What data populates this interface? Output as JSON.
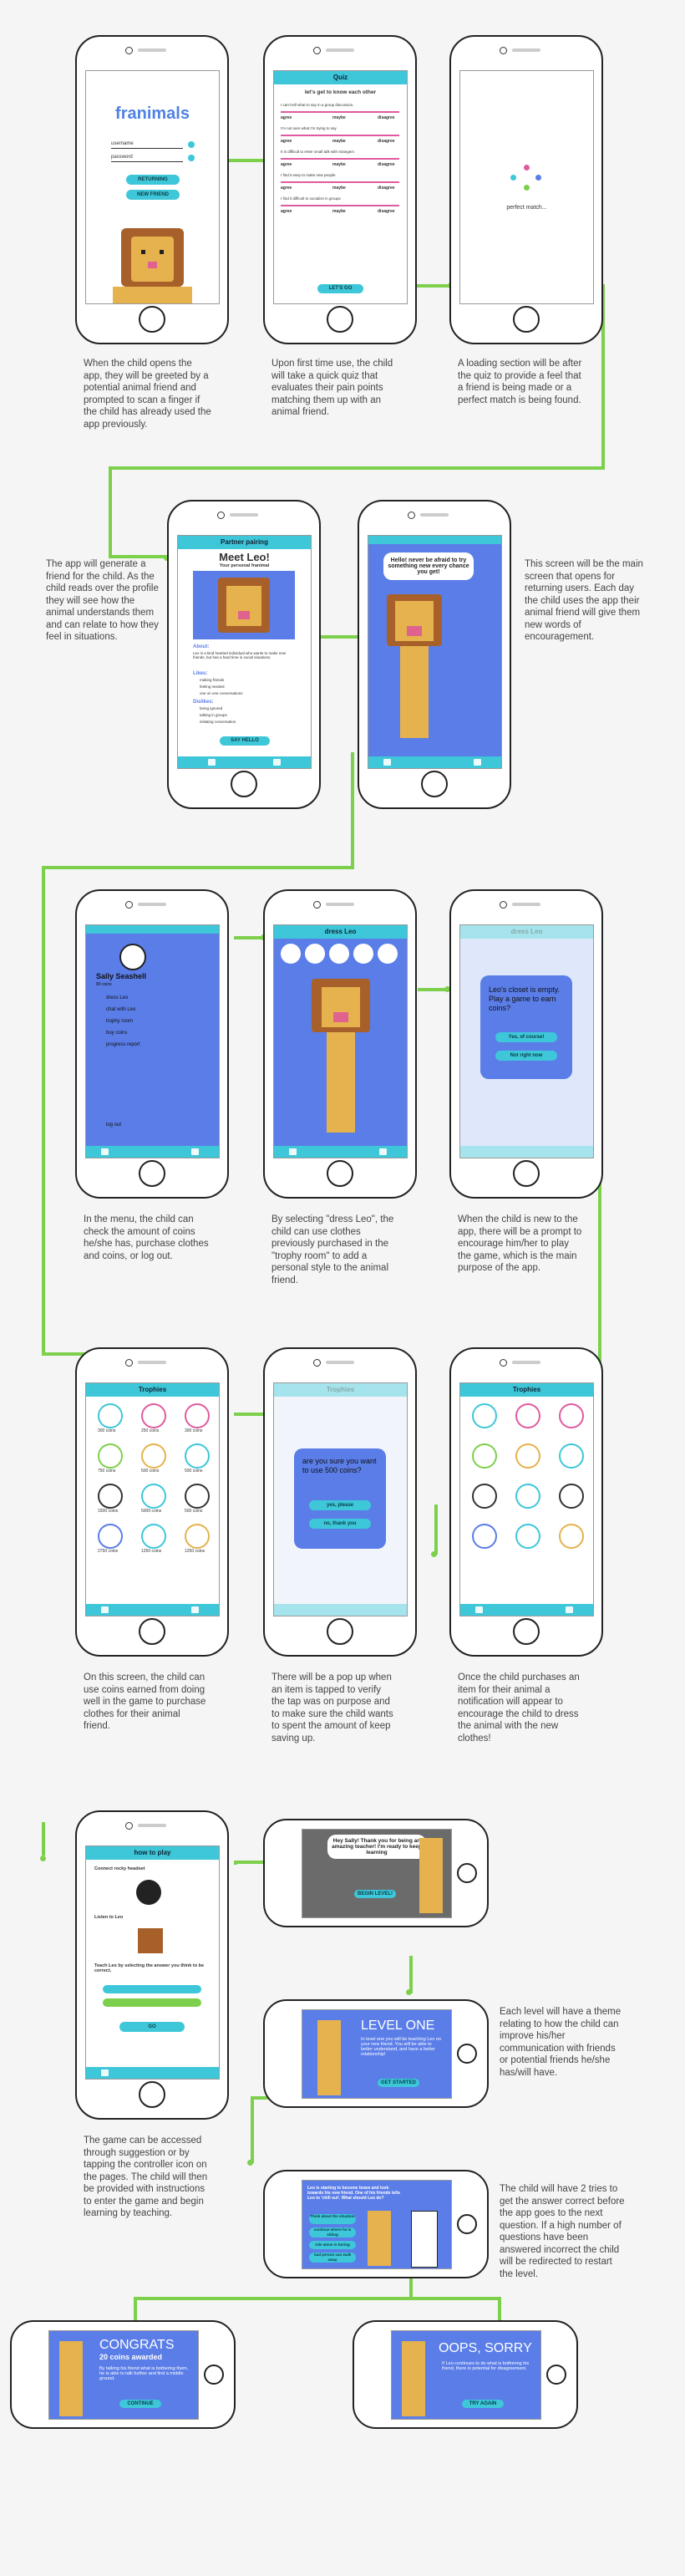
{
  "phones": {
    "login": {
      "logo": "franimals",
      "username": "username",
      "password": "password",
      "returning": "RETURNING",
      "new_friend": "NEW FRIEND"
    },
    "quiz": {
      "header": "Quiz",
      "intro": "let's get to know each other",
      "q1": "I can't tell what to say in a group discussion.",
      "q2": "I'm not sure what I'm trying to say",
      "q3": "It is difficult to enter small talk with strangers",
      "q4": "I find it easy to make new people",
      "q5": "I find it difficult to socialize in groups",
      "agree": "agree",
      "maybe": "maybe",
      "disagree": "disagree",
      "btn": "LET'S GO"
    },
    "loading": {
      "label": "perfect match..."
    },
    "pairing": {
      "header": "Partner pairing",
      "title": "Meet Leo!",
      "subtitle": "Your personal franimal",
      "about_h": "About:",
      "about": "Leo is a kind hearted individual who wants to make new friends, but has a hard time in social situations.",
      "likes_h": "Likes:",
      "likes": [
        "making friends",
        "feeling needed",
        "one on one conversations"
      ],
      "dislikes_h": "Dislikes:",
      "dislikes": [
        "being ignored",
        "talking in groups",
        "initiating conversation"
      ],
      "btn": "SAY HELLO"
    },
    "main": {
      "bubble": "Hello! never be afraid to try something new every chance you get!"
    },
    "menu": {
      "name": "Sally Seashell",
      "coins": "80 coins",
      "items": [
        "dress Leo",
        "chat with Leo",
        "trophy room",
        "buy coins",
        "progress report",
        "log out"
      ]
    },
    "dress": {
      "header": "dress Leo"
    },
    "closet": {
      "header": "dress Leo",
      "msg": "Leo's closet is empty. Play a game to earn coins?",
      "yes": "Yes, of course!",
      "no": "Not right now"
    },
    "trophies": {
      "header": "Trophies",
      "prices": [
        "300 coins",
        "250 coins",
        "300 coins",
        "750 coins",
        "500 coins",
        "500 coins",
        "1500 coins",
        "5000 coins",
        "500 coins",
        "2750 coins",
        "1250 coins",
        "1250 coins"
      ]
    },
    "confirm": {
      "header": "Trophies",
      "msg": "are you sure you want to use 500 coins?",
      "yes": "yes, please",
      "no": "no, thank you"
    },
    "purchased": {
      "header": "Trophies"
    },
    "howto": {
      "header": "how to play",
      "s1": "Connect rocky headset",
      "s2": "Listen to Leo",
      "s3": "Teach Leo by selecting the answer you think to be correct.",
      "btn": "GO"
    }
  },
  "landscapes": {
    "welcome": {
      "bubble": "Hey Sally! Thank you for being an amazing teacher! I'm ready to keep learning",
      "btn": "BEGIN LEVEL!"
    },
    "level": {
      "title": "LEVEL ONE",
      "text": "In level one you will be teaching Leo on your new friend. You will be able to better understand, and have a better relationship!",
      "btn": "GET STARTED"
    },
    "question": {
      "text": "Leo is starting to become brave and look towards his new friend. One of his friends tells Leo to 'chill out'. What should Leo do?",
      "opts": [
        "Think about the situation",
        "continue where he is sitting",
        "ride alone is boring",
        "Sad person can walk away"
      ]
    },
    "congrats": {
      "title": "CONGRATS",
      "sub": "20 coins awarded",
      "text": "By talking his friend what is bothering them, he is able to talk further and find a middle ground.",
      "btn": "CONTINUE"
    },
    "oops": {
      "title": "OOPS, SORRY",
      "text": "If Leo continues to do what is bothering his friend, there is potential for disagreement.",
      "btn": "TRY AGAIN"
    }
  },
  "descriptions": {
    "d1": "When the child opens the app, they will be greeted by a potential animal friend and prompted to scan a finger if the child has already used the app previously.",
    "d2": "Upon first time use, the child will take a quick quiz that evaluates their pain points matching them up with an animal friend.",
    "d3": "A loading section will be after the quiz to provide a feel that a friend is being made or a perfect match is being found.",
    "d4": "The app will generate a friend for the child. As the child reads over the profile they will see how the animal understands them and can relate to how they feel in situations.",
    "d5": "This screen will be the main screen that opens for returning users. Each day the child uses the app their animal friend will give them new words of encouragement.",
    "d6": "In the menu, the child can check the amount of coins he/she has, purchase clothes and coins, or log out.",
    "d7": "By selecting \"dress Leo\", the child can use clothes previously purchased in the \"trophy room\" to add a personal style to the animal friend.",
    "d8": "When the child is new to the app, there will be a prompt to encourage him/her to play the game, which is the main purpose of the app.",
    "d9": "On this screen, the child can use coins earned from doing well in the game to purchase clothes for their animal friend.",
    "d10": "There will be a pop up when an item is tapped to verify the tap was on purpose and to make sure the child wants to spent the amount of keep saving up.",
    "d11": "Once the child purchases an item for their animal a notification will appear to encourage the child to dress the animal with the new clothes!",
    "d12": "The game can be accessed through suggestion or by tapping the controller icon on the pages. The child will then be provided with instructions to enter the game and begin learning by teaching.",
    "d13": "Each level will have a theme relating to how the child can improve his/her communication with friends or potential friends he/she has/will have.",
    "d14": "The child will have 2 tries to get the answer correct before the app goes to the next question. If a high number of questions have been answered incorrect the child will be redirected to restart the level."
  },
  "colors": {
    "accent": "#3dc7d9",
    "blue": "#5a7de8",
    "green": "#7cd04b",
    "lion": "#d9a43f"
  }
}
